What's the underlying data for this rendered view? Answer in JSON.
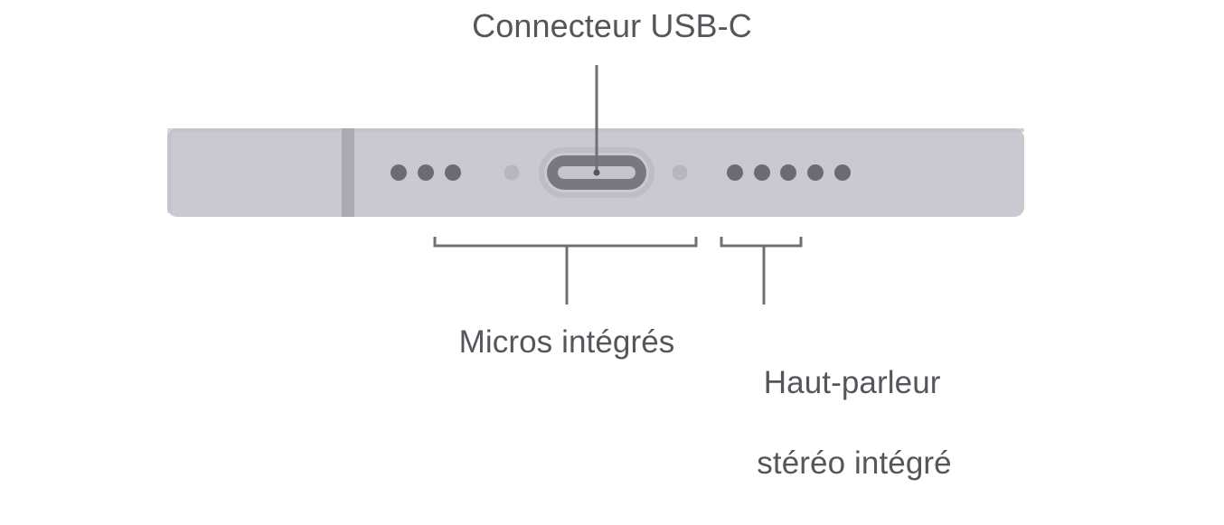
{
  "figure": {
    "alt_description": "Vue de la tranche inferieure d un iPad montrant le connecteur USB-C, les micros integres et le haut-parleur stereo integre",
    "background_color": "#ffffff"
  },
  "callouts": {
    "usb_c": {
      "label": "Connecteur USB-C",
      "leader_line_color": "#6e7076",
      "target": "usb-c-port"
    },
    "microphones": {
      "label": "Micros intégrés",
      "bracket_color": "#6e7076",
      "target": "microphone-holes"
    },
    "speaker": {
      "label": "Haut-parleur\nstéréo intégré",
      "label_line_1": "Haut-parleur",
      "label_line_2": "stéréo intégré",
      "bracket_color": "#6e7076",
      "target": "speaker-grille"
    }
  },
  "device": {
    "name": "ipad-bottom-edge",
    "body_color": "#c9cad1",
    "body_edge_shadow": "#b9bac2",
    "antenna_band_color": "#a9aab2",
    "hole_dark_color": "#6a6c72",
    "hole_light_color": "#b6b7be",
    "port": {
      "name": "usb-c-port",
      "ring_color": "#bdbec5",
      "body_color": "#77797f",
      "slot_color": "#c4c5cc"
    },
    "microphone_hole_count": 3,
    "speaker_hole_count": 5,
    "accent_colors": {
      "text": "#55565b",
      "line": "#6e7076"
    }
  }
}
